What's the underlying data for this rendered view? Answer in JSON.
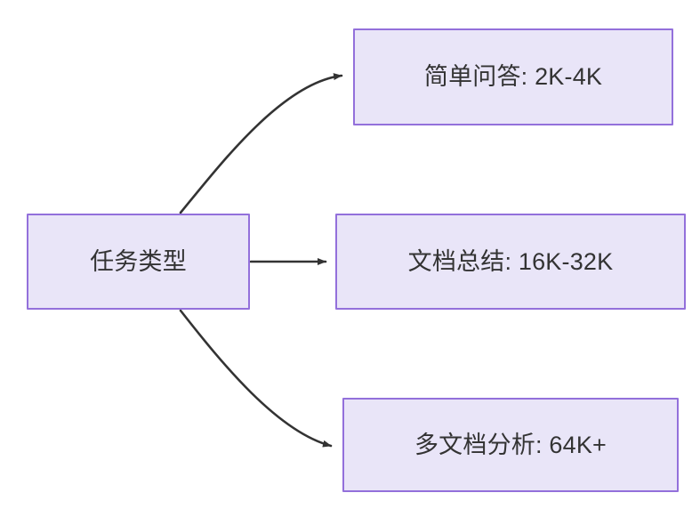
{
  "diagram": {
    "type": "flowchart",
    "direction": "left-to-right",
    "background_color": "#ffffff",
    "node_fill_color": "#e9e5f8",
    "node_border_color": "#9370db",
    "node_text_color": "#333333",
    "edge_color": "#333333",
    "nodes": [
      {
        "id": "source",
        "label": "任务类型",
        "role": "root"
      },
      {
        "id": "simple-qa",
        "label": "简单问答: 2K-4K",
        "role": "leaf"
      },
      {
        "id": "doc-summary",
        "label": "文档总结: 16K-32K",
        "role": "leaf"
      },
      {
        "id": "multi-doc",
        "label": "多文档分析: 64K+",
        "role": "leaf"
      }
    ],
    "edges": [
      {
        "id": "edge-source-simple-qa",
        "from": "source",
        "to": "simple-qa",
        "style": "curved",
        "arrowhead": "filled-triangle"
      },
      {
        "id": "edge-source-doc-summary",
        "from": "source",
        "to": "doc-summary",
        "style": "straight",
        "arrowhead": "filled-triangle"
      },
      {
        "id": "edge-source-multi-doc",
        "from": "source",
        "to": "multi-doc",
        "style": "curved",
        "arrowhead": "filled-triangle"
      }
    ]
  }
}
